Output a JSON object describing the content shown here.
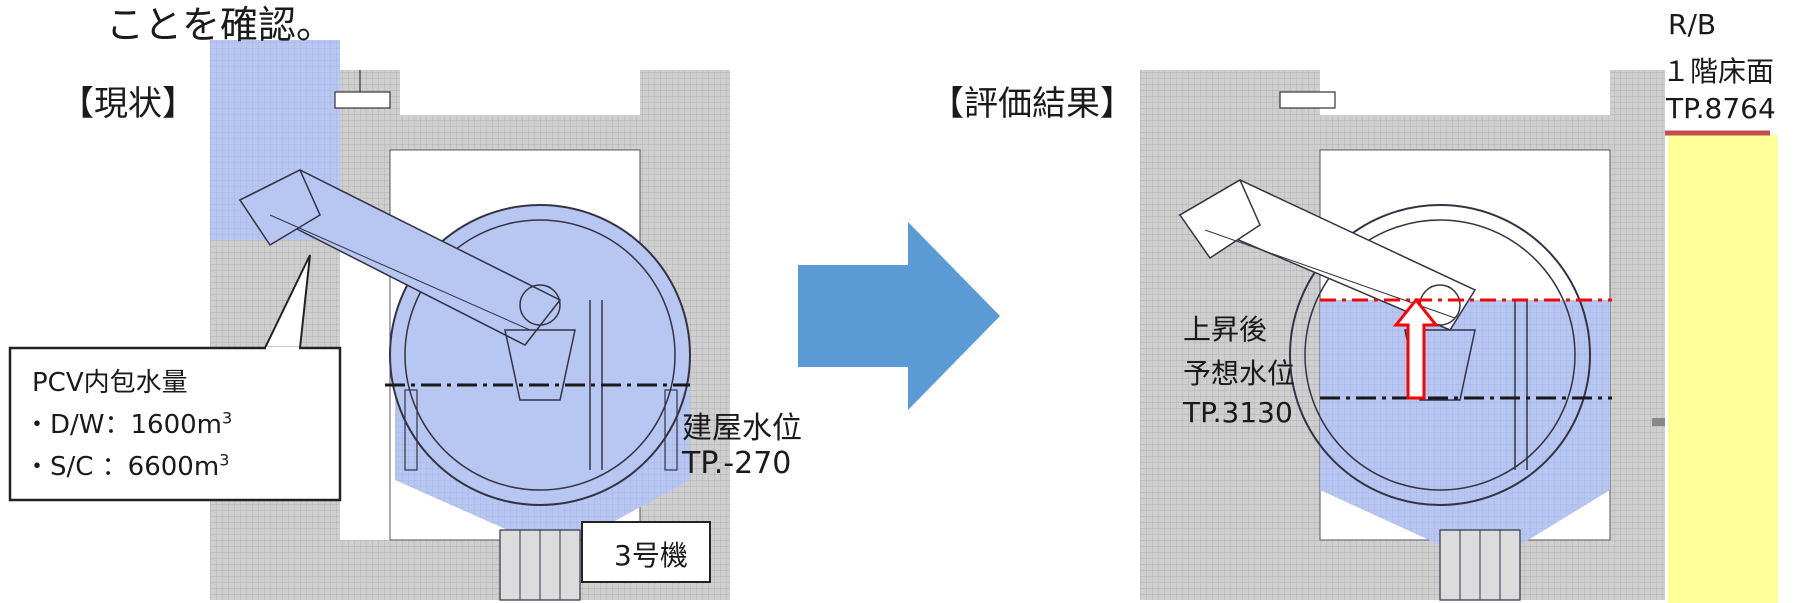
{
  "header": {
    "text": "ことを確認。"
  },
  "left": {
    "label": "【現状】",
    "callout": {
      "title": "PCV内包水量",
      "dw_text": "・D/W：1600m",
      "sc_text": "・S/C ：6600m",
      "superscript": "3"
    },
    "water_level_label": "建屋水位",
    "water_level_value": "TP.-270",
    "unit_label": "3号機"
  },
  "arrow": {
    "color": "#5b9bd5"
  },
  "right": {
    "label": "【評価結果】",
    "rise_label_1": "上昇後",
    "rise_label_2": "予想水位",
    "rise_value": "TP.3130",
    "floor_label_1": "R/B",
    "floor_label_2": "１階床面",
    "floor_value": "TP.8764"
  },
  "colors": {
    "water": "#b8c6f2",
    "concrete": "#c8c8c8",
    "floor_band": "#ffff99",
    "floor_line": "#c0504d",
    "rise_line": "#ff0000"
  }
}
